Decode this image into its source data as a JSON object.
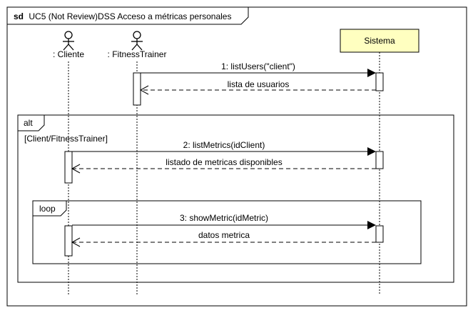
{
  "frame": {
    "keyword": "sd",
    "title": "UC5  (Not Review)DSS Acceso a métricas personales"
  },
  "participants": [
    {
      "id": "cliente",
      "kind": "actor",
      "label": ": Cliente"
    },
    {
      "id": "trainer",
      "kind": "actor",
      "label": ": FitnessTrainer"
    },
    {
      "id": "sistema",
      "kind": "box",
      "label": "Sistema"
    }
  ],
  "messages": [
    {
      "label": "1: listUsers(\"client\")",
      "from": "trainer",
      "to": "sistema",
      "style": "sync"
    },
    {
      "label": "lista de usuarios",
      "from": "sistema",
      "to": "trainer",
      "style": "return"
    },
    {
      "label": "2: listMetrics(idClient)",
      "from": "cliente",
      "to": "sistema",
      "style": "sync"
    },
    {
      "label": "listado de metricas disponibles",
      "from": "sistema",
      "to": "cliente",
      "style": "return"
    },
    {
      "label": "3: showMetric(idMetric)",
      "from": "cliente",
      "to": "sistema",
      "style": "sync"
    },
    {
      "label": "datos metrica",
      "from": "sistema",
      "to": "cliente",
      "style": "return"
    }
  ],
  "fragments": [
    {
      "operator": "alt",
      "guard": "[Client/FitnessTrainer]"
    },
    {
      "operator": "loop",
      "guard": ""
    }
  ],
  "colors": {
    "system_box_fill": "#ffffc0",
    "line": "#000000",
    "background": "#ffffff"
  }
}
